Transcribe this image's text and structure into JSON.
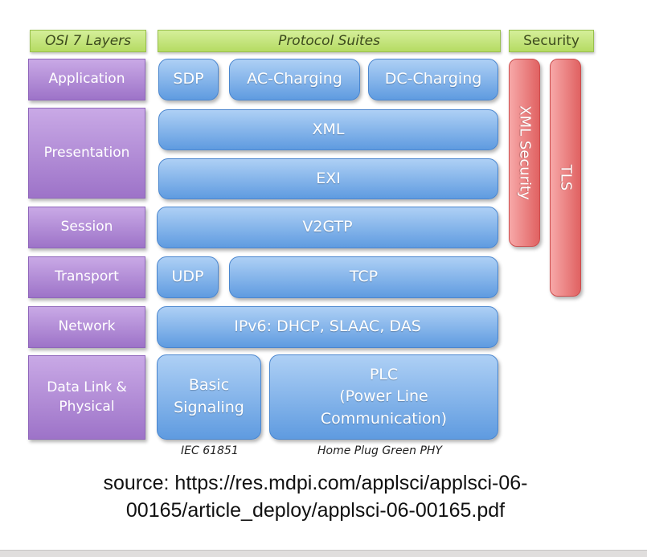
{
  "headers": {
    "osi": "OSI 7 Layers",
    "protocols": "Protocol Suites",
    "security": "Security"
  },
  "osi_layers": {
    "application": "Application",
    "presentation": "Presentation",
    "session": "Session",
    "transport": "Transport",
    "network": "Network",
    "datalink_line1": "Data Link &",
    "datalink_line2": "Physical"
  },
  "protocols": {
    "sdp": "SDP",
    "ac_charging": "AC-Charging",
    "dc_charging": "DC-Charging",
    "xml": "XML",
    "exi": "EXI",
    "v2gtp": "V2GTP",
    "udp": "UDP",
    "tcp": "TCP",
    "ipv6": "IPv6: DHCP, SLAAC, DAS",
    "basic_line1": "Basic",
    "basic_line2": "Signaling",
    "plc_line1": "PLC",
    "plc_line2": "(Power Line",
    "plc_line3": "Communication)"
  },
  "security": {
    "xml_security": "XML Security",
    "tls": "TLS"
  },
  "captions": {
    "iec": "IEC 61851",
    "homeplug": "Home Plug Green PHY"
  },
  "source": {
    "line1": "source: https://res.mdpi.com/applsci/applsci-06-",
    "line2": "00165/article_deploy/applsci-06-00165.pdf"
  },
  "colors": {
    "header_green": "#b5db63",
    "osi_purple": "#9d73c8",
    "protocol_blue": "#5f9be0",
    "security_red": "#e06262"
  }
}
